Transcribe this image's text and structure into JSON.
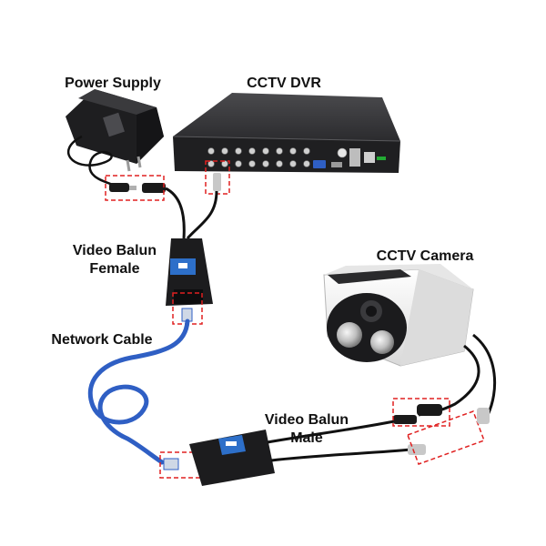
{
  "labels": {
    "power_supply": "Power Supply",
    "cctv_dvr": "CCTV DVR",
    "video_balun_female_line1": "Video Balun",
    "video_balun_female_line2": "Female",
    "cctv_camera": "CCTV Camera",
    "network_cable": "Network Cable",
    "video_balun_male_line1": "Video Balun",
    "video_balun_male_line2": "Male"
  },
  "colors": {
    "highlight_dash": "#e02020",
    "network_cable": "#2f5fc4",
    "dvr_body": "#2a2a2c",
    "camera_body": "#f2f2f2",
    "balun_body": "#1c1c1e",
    "balun_label": "#2d6fc9"
  }
}
